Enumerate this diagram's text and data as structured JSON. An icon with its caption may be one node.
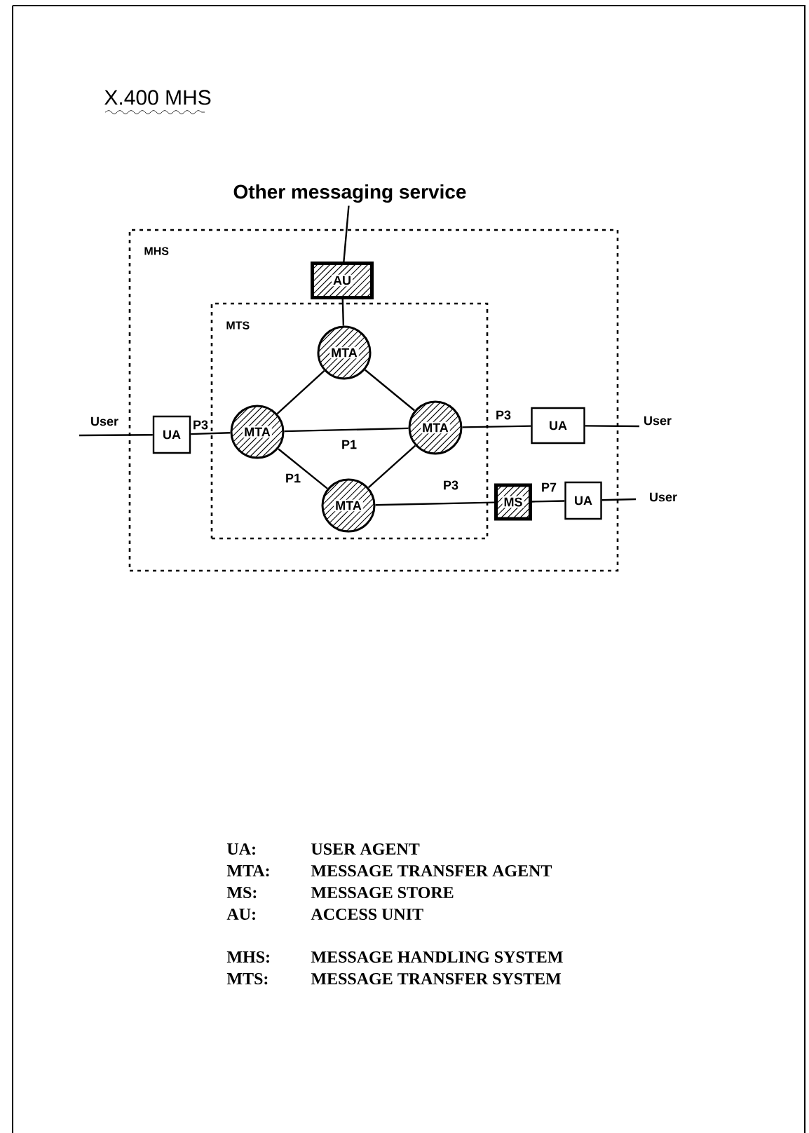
{
  "diagram": {
    "title": "X.400 MHS",
    "nodes": [
      {
        "text": [
          "Other messaging service"
        ]
      },
      {
        "text": [
          "MHS"
        ]
      },
      {
        "text": [
          "AU"
        ],
        "in": 1
      },
      {
        "text": [
          "MTS"
        ],
        "in": 1
      },
      {
        "text": [
          "MTA"
        ],
        "in": 3
      },
      {
        "text": [
          "MTA"
        ],
        "in": 3
      },
      {
        "text": [
          "MTA"
        ],
        "in": 3
      },
      {
        "text": [
          "MTA"
        ],
        "in": 3
      },
      {
        "text": [
          "UA"
        ],
        "in": 1
      },
      {
        "text": [
          "UA"
        ],
        "in": 1
      },
      {
        "text": [
          "MS"
        ],
        "in": 1
      },
      {
        "text": [
          "UA"
        ],
        "in": 1
      }
    ],
    "edges": [
      {
        "from": 0,
        "to": 2,
        "arrow": "none"
      },
      {
        "from": 2,
        "to": 4,
        "arrow": "none"
      },
      {
        "from": 4,
        "to": 5,
        "arrow": "none"
      },
      {
        "from": 4,
        "to": 6,
        "arrow": "none"
      },
      {
        "from": 5,
        "to": 6,
        "arrow": "none",
        "label": "P1"
      },
      {
        "from": 5,
        "to": 7,
        "arrow": "none",
        "label": "P1"
      },
      {
        "from": 7,
        "to": 6,
        "arrow": "none"
      },
      {
        "from": null,
        "to": 8,
        "arrow": "none",
        "label": "User"
      },
      {
        "from": 8,
        "to": 5,
        "arrow": "none",
        "label": "P3"
      },
      {
        "from": 6,
        "to": 9,
        "arrow": "none",
        "label": "P3"
      },
      {
        "from": 9,
        "to": null,
        "arrow": "none",
        "label": "User"
      },
      {
        "from": 7,
        "to": 10,
        "arrow": "none",
        "label": "P3"
      },
      {
        "from": 10,
        "to": 11,
        "arrow": "none",
        "label": "P7"
      },
      {
        "from": 11,
        "to": null,
        "arrow": "none",
        "label": "User"
      }
    ],
    "labels": [
      "UA:",
      "USER AGENT",
      "MTA:",
      "MESSAGE TRANSFER AGENT",
      "MS:",
      "MESSAGE STORE",
      "AU:",
      "ACCESS UNIT",
      "MHS:",
      "MESSAGE HANDLING SYSTEM",
      "MTS:",
      "MESSAGE TRANSFER SYSTEM"
    ]
  }
}
